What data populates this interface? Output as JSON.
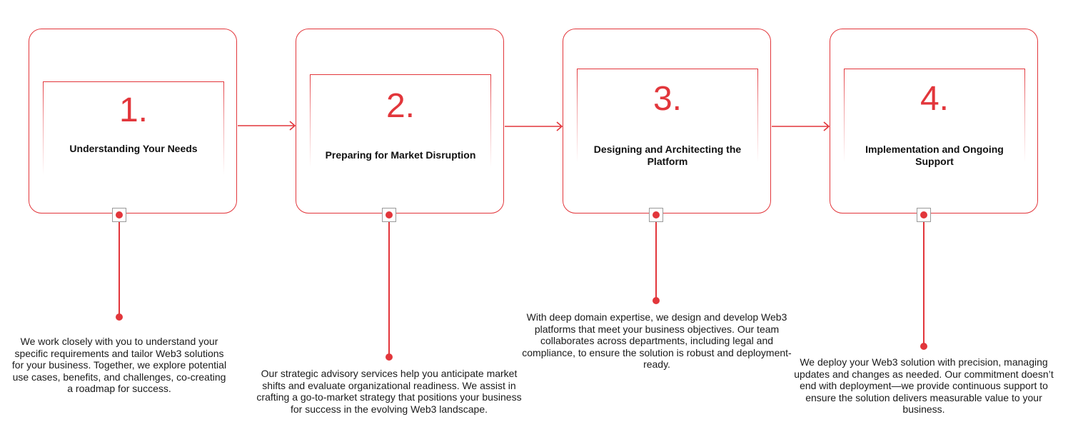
{
  "colors": {
    "accent": "#e2363b",
    "text": "#111111",
    "anchor_border": "#9a9a9a"
  },
  "steps": [
    {
      "number": "1.",
      "title": "Understanding Your Needs",
      "description": "We work closely with you to understand your specific requirements and tailor Web3 solutions for your business. Together, we explore potential use cases, benefits, and challenges, co-creating a roadmap for success."
    },
    {
      "number": "2.",
      "title": "Preparing for Market Disruption",
      "description": "Our strategic advisory services help you anticipate market shifts and evaluate organizational readiness. We assist in crafting a go-to-market strategy that positions your business for success in the evolving Web3 landscape."
    },
    {
      "number": "3.",
      "title": "Designing and Architecting the Platform",
      "description": "With deep domain expertise, we design and develop Web3 platforms that meet your business objectives. Our team collaborates across departments, including legal and compliance, to ensure the solution is robust and deployment-ready."
    },
    {
      "number": "4.",
      "title": "Implementation and Ongoing Support",
      "description": "We deploy your Web3 solution with precision, managing updates and changes as needed. Our commitment doesn’t end with deployment—we provide continuous support to ensure the solution delivers measurable value to your business."
    }
  ]
}
